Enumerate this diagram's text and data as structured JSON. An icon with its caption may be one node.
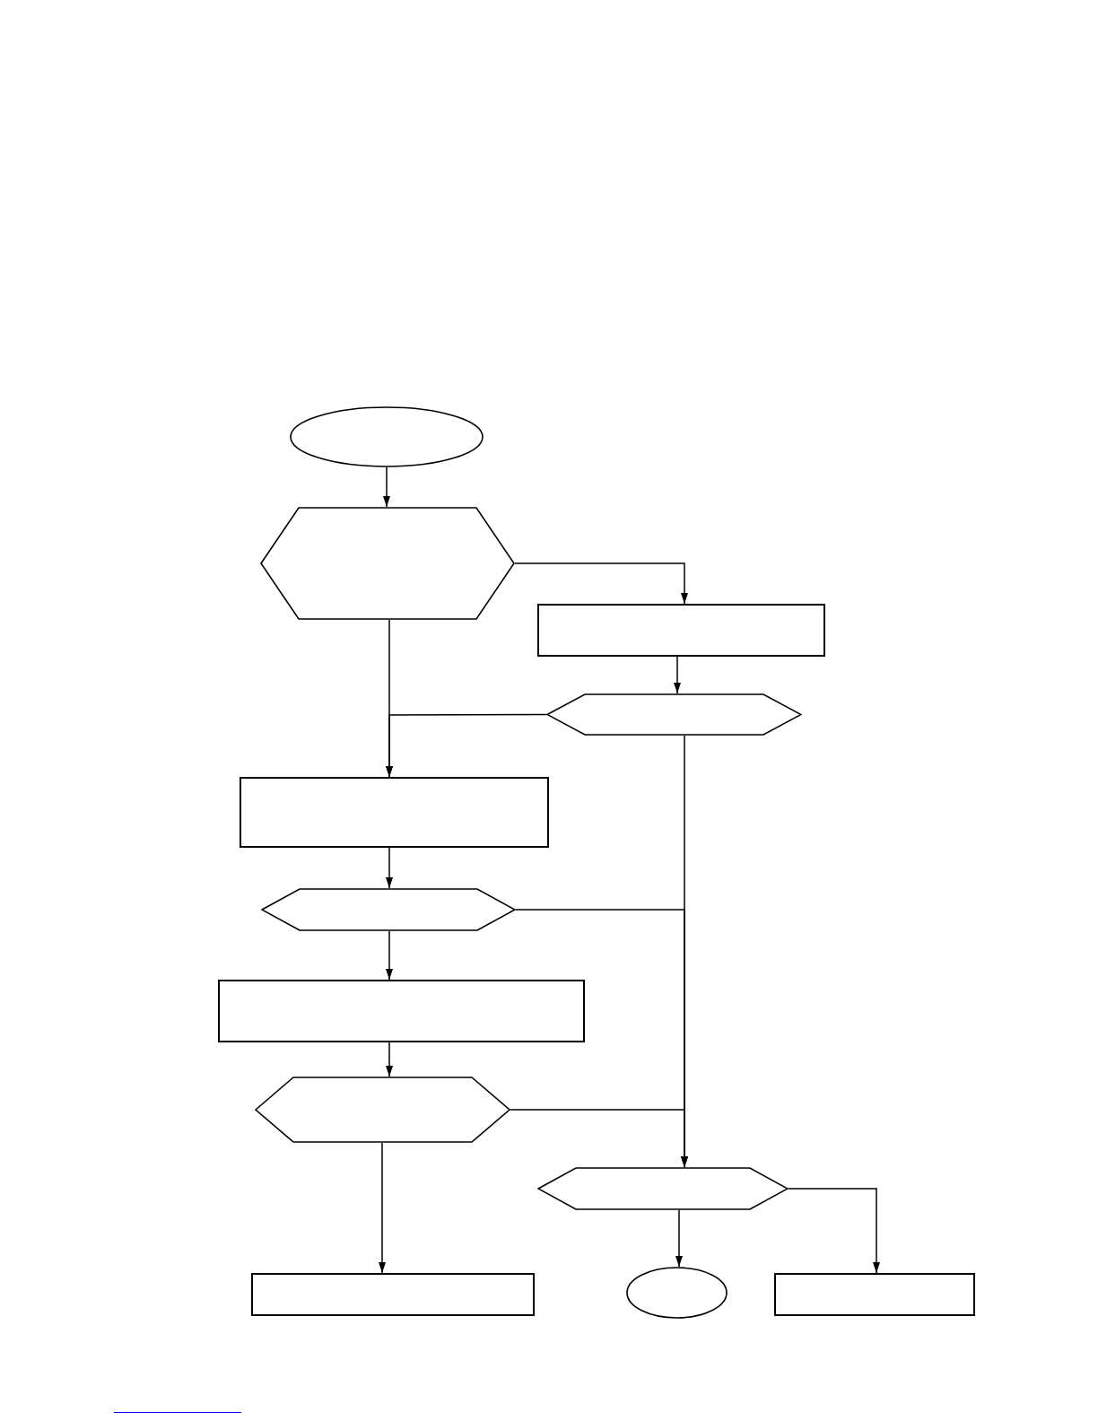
{
  "diagram": {
    "nodes": [
      {
        "text": [],
        "shape": "ellipse"
      },
      {
        "text": [],
        "shape": "hexagon"
      },
      {
        "text": [],
        "shape": "box"
      },
      {
        "text": [],
        "shape": "hexagon"
      },
      {
        "text": [],
        "shape": "box"
      },
      {
        "text": [],
        "shape": "hexagon"
      },
      {
        "text": [],
        "shape": "box"
      },
      {
        "text": [],
        "shape": "hexagon"
      },
      {
        "text": [],
        "shape": "hexagon"
      },
      {
        "text": [],
        "shape": "box"
      },
      {
        "text": [],
        "shape": "ellipse"
      },
      {
        "text": [],
        "shape": "box"
      }
    ],
    "edges": [
      {
        "from": 0,
        "to": 1,
        "arrow": "to"
      },
      {
        "from": 1,
        "to": 2,
        "arrow": "to"
      },
      {
        "from": 2,
        "to": 3,
        "arrow": "to"
      },
      {
        "from": 3,
        "to": 4,
        "arrow": "to"
      },
      {
        "from": 1,
        "to": 4,
        "arrow": "to"
      },
      {
        "from": 4,
        "to": 5,
        "arrow": "to"
      },
      {
        "from": 5,
        "to": 8,
        "arrow": "to"
      },
      {
        "from": 5,
        "to": 6,
        "arrow": "to"
      },
      {
        "from": 6,
        "to": 7,
        "arrow": "to"
      },
      {
        "from": 7,
        "to": 8,
        "arrow": "to"
      },
      {
        "from": 3,
        "to": 8,
        "arrow": "to"
      },
      {
        "from": 7,
        "to": 9,
        "arrow": "to"
      },
      {
        "from": 8,
        "to": 10,
        "arrow": "to"
      },
      {
        "from": 8,
        "to": 11,
        "arrow": "to"
      }
    ]
  }
}
